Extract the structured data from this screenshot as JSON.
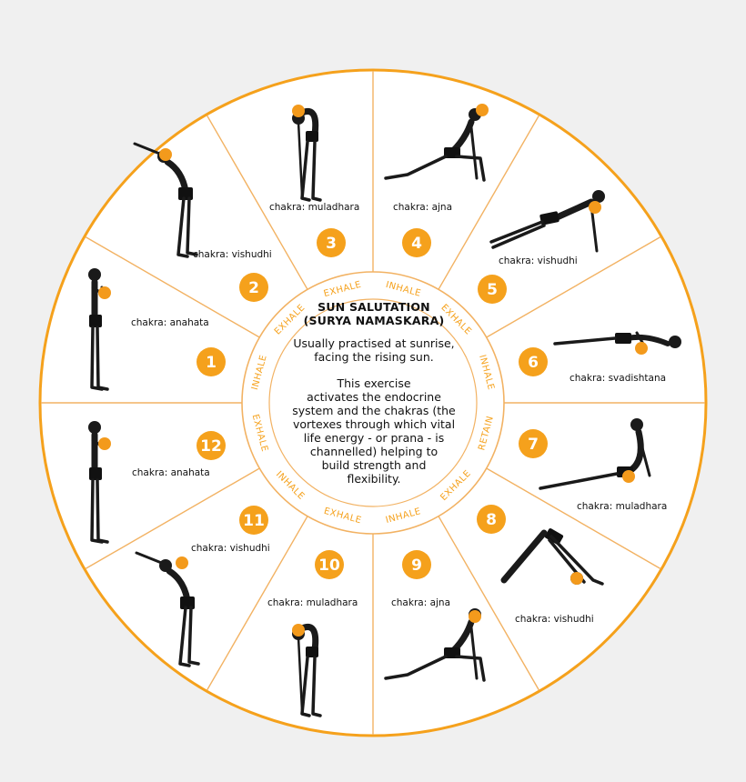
{
  "colors": {
    "accent": "#f5a11c",
    "segment_line": "#f2b263",
    "rim": "#f5a11c",
    "background": "#f0f0f0",
    "chakra_dot": "#f39a1c"
  },
  "center": {
    "title_line1": "SUN SALUTATION",
    "title_line2": "(SURYA NAMASKARA)",
    "paragraph1": "Usually practised at sunrise,\nfacing the rising sun.",
    "paragraph2": "This exercise\nactivates the endocrine\nsystem and the chakras (the\nvortexes through which vital\nlife energy - or prana - is\nchannelled) helping to\nbuild strength and\nflexibility."
  },
  "breath_labels": [
    "INHALE",
    "EXHALE",
    "INHALE",
    "RETAIN",
    "EXHALE",
    "INHALE",
    "EXHALE",
    "INHALE",
    "EXHALE",
    "INHALE",
    "EXHALE",
    "EXHALE"
  ],
  "steps": [
    {
      "number": "1",
      "chakra": "chakra: anahata",
      "icon": "standing-prayer-pose-icon"
    },
    {
      "number": "2",
      "chakra": "chakra: vishudhi",
      "icon": "raised-arms-pose-icon"
    },
    {
      "number": "3",
      "chakra": "chakra: muladhara",
      "icon": "forward-bend-pose-icon"
    },
    {
      "number": "4",
      "chakra": "chakra: ajna",
      "icon": "lunge-pose-icon"
    },
    {
      "number": "5",
      "chakra": "chakra: vishudhi",
      "icon": "plank-pose-icon"
    },
    {
      "number": "6",
      "chakra": "chakra: svadishtana",
      "icon": "eight-limbs-pose-icon"
    },
    {
      "number": "7",
      "chakra": "chakra: muladhara",
      "icon": "cobra-pose-icon"
    },
    {
      "number": "8",
      "chakra": "chakra: vishudhi",
      "icon": "downward-dog-pose-icon"
    },
    {
      "number": "9",
      "chakra": "chakra: ajna",
      "icon": "lunge-pose-icon"
    },
    {
      "number": "10",
      "chakra": "chakra: muladhara",
      "icon": "forward-bend-pose-icon"
    },
    {
      "number": "11",
      "chakra": "chakra: vishudhi",
      "icon": "raised-arms-pose-icon"
    },
    {
      "number": "12",
      "chakra": "chakra: anahata",
      "icon": "standing-prayer-pose-icon"
    }
  ]
}
